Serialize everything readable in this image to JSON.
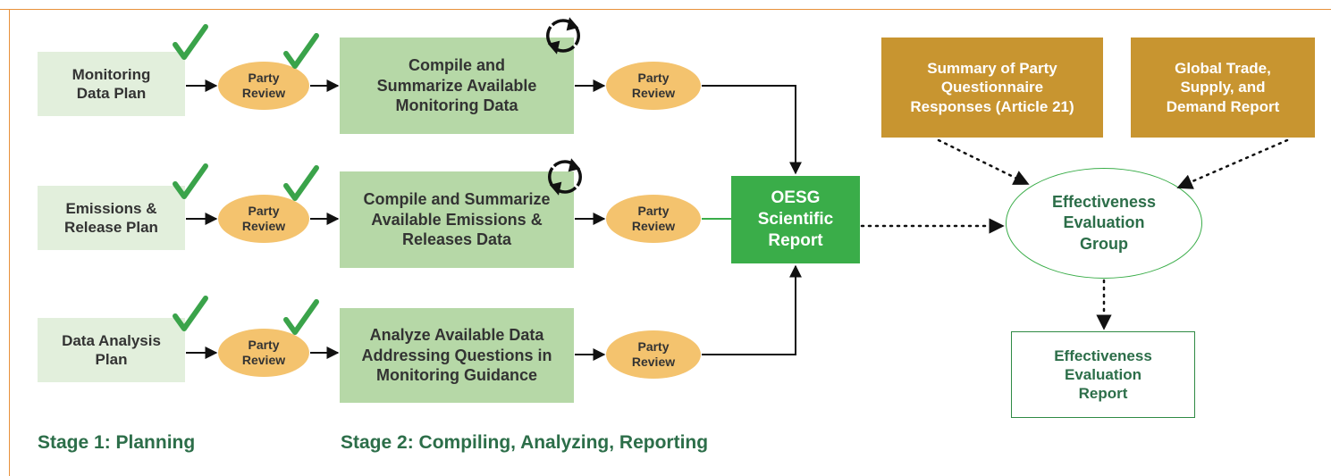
{
  "colors": {
    "frame": "#e8913a",
    "plan_fill": "#e2efdc",
    "process_fill": "#b6d8a7",
    "review_fill": "#f4c36e",
    "oesg_fill": "#3aad49",
    "input_fill": "#c89530",
    "label_green": "#2c6e49",
    "check_green": "#3aa34a"
  },
  "plans": {
    "monitoring": "Monitoring\nData Plan",
    "emissions": "Emissions &\nRelease Plan",
    "analysis": "Data Analysis\nPlan"
  },
  "review_label": "Party\nReview",
  "processes": {
    "monitoring": "Compile and\nSummarize Available\nMonitoring Data",
    "emissions": "Compile and Summarize\nAvailable Emissions &\nReleases Data",
    "analysis": "Analyze Available Data\nAddressing Questions in\nMonitoring Guidance"
  },
  "oesg": "OESG\nScientific\nReport",
  "inputs": {
    "questionnaire": "Summary of Party\nQuestionnaire\nResponses (Article 21)",
    "trade": "Global Trade,\nSupply, and\nDemand Report"
  },
  "eeg": "Effectiveness\nEvaluation\nGroup",
  "ee_report": "Effectiveness\nEvaluation\nReport",
  "stages": {
    "stage1": "Stage 1: Planning",
    "stage2": "Stage 2: Compiling, Analyzing, Reporting"
  },
  "icons": {
    "check": "check-mark-icon",
    "cycle": "refresh-cycle-icon"
  }
}
